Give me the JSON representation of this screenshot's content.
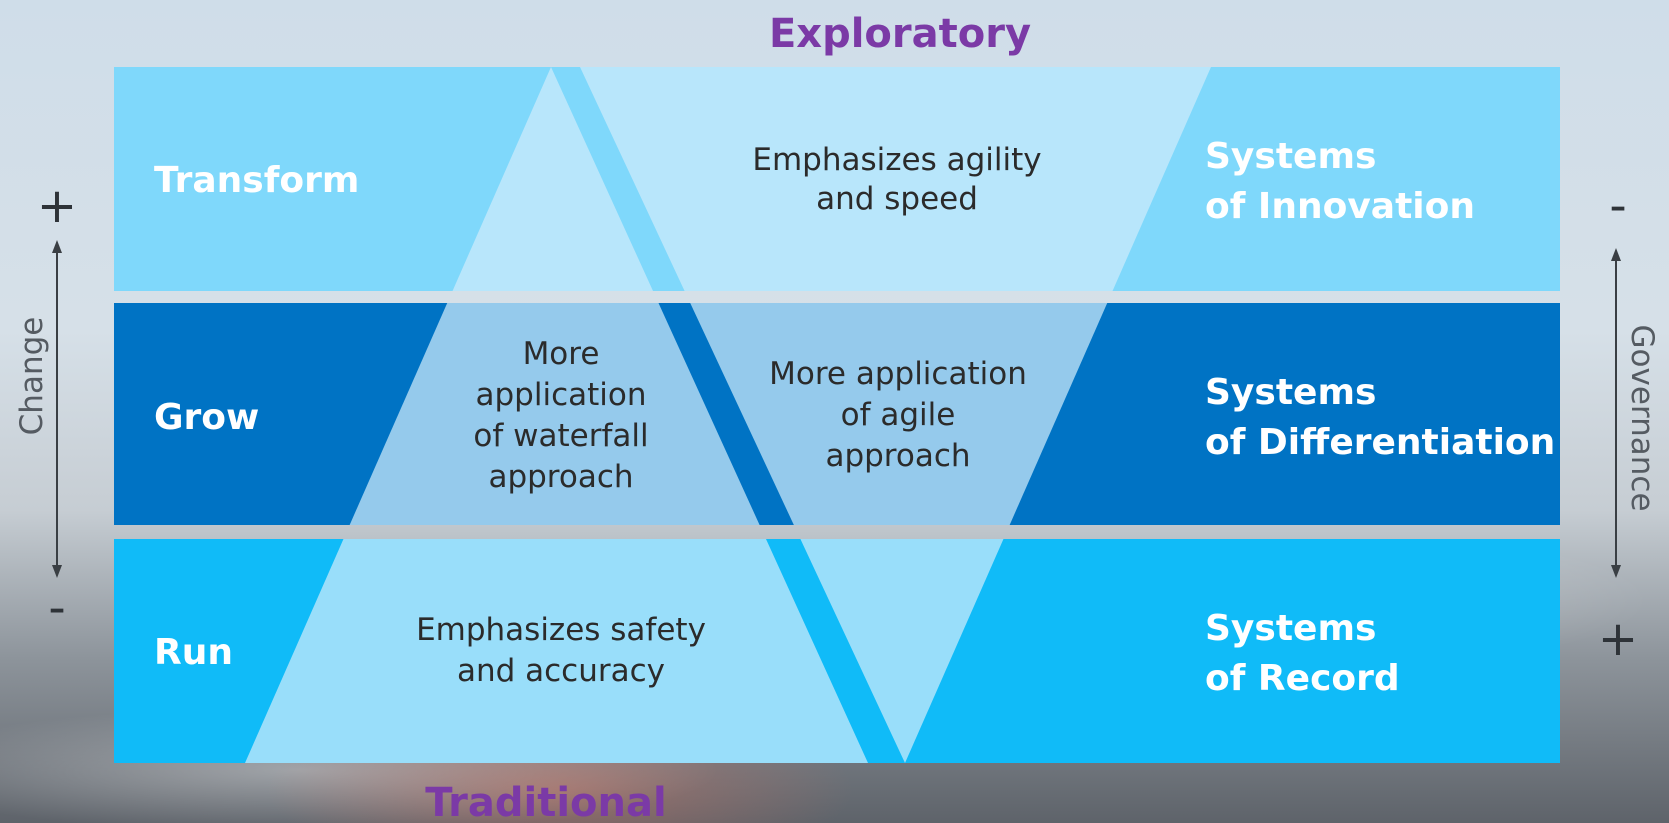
{
  "top_label": "Exploratory",
  "bottom_label": "Traditional",
  "bands": [
    {
      "label": "Transform",
      "system_line1": "Systems",
      "system_line2": "of Innovation",
      "color": "#7fd8fb"
    },
    {
      "label": "Grow",
      "system_line1": "Systems",
      "system_line2": "of Differentiation",
      "color": "#0073c4"
    },
    {
      "label": "Run",
      "system_line1": "Systems",
      "system_line2": "of Record",
      "color": "#10bbf8"
    }
  ],
  "triangle_texts": {
    "agility": [
      "Emphasizes agility",
      "and speed"
    ],
    "waterfall": [
      "More",
      "application",
      "of waterfall",
      "approach"
    ],
    "agile": [
      "More application",
      "of agile",
      "approach"
    ],
    "safety": [
      "Emphasizes safety",
      "and accuracy"
    ]
  },
  "left_axis": {
    "label": "Change",
    "top_sign": "+",
    "bottom_sign": "-"
  },
  "right_axis": {
    "label": "Governance",
    "top_sign": "-",
    "bottom_sign": "+"
  }
}
